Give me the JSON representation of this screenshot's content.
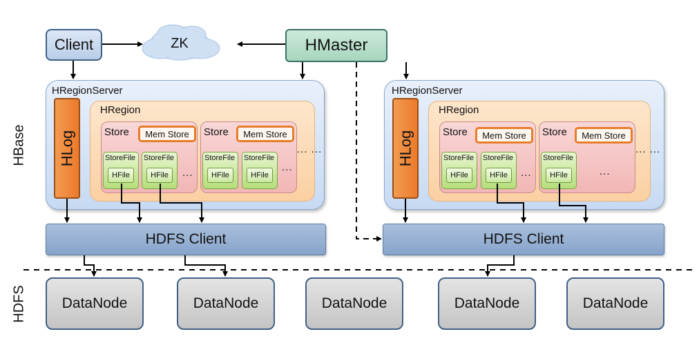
{
  "top": {
    "client_label": "Client",
    "zk_label": "ZK",
    "hmaster_label": "HMaster"
  },
  "sections": {
    "hbase_label": "HBase",
    "hdfs_label": "HDFS"
  },
  "region_server": {
    "label": "HRegionServer",
    "hlog_label": "HLog",
    "hregion_label": "HRegion",
    "store_label": "Store",
    "memstore_label": "Mem Store",
    "storefile_label": "StoreFile",
    "hfile_label": "HFile",
    "ellipsis_small": "...",
    "ellipsis_large": "... ..."
  },
  "hdfs_client_label": "HDFS Client",
  "datanodes": [
    "DataNode",
    "DataNode",
    "DataNode",
    "DataNode",
    "DataNode"
  ],
  "colors": {
    "client": "#c7d8ef",
    "hmaster": "#b3dcc6",
    "zk_cloud": "#cfe0f5",
    "hregionserver": "#d3e2f6",
    "hlog": "#ee8335",
    "hregion": "#fcdab3",
    "store": "#f5c4c4",
    "memstore_border": "#e77c2a",
    "storefile": "#c9e79e",
    "hdfs_client": "#95afd3",
    "datanode": "#d2d2d2",
    "datanode_border": "#3f5f86"
  }
}
